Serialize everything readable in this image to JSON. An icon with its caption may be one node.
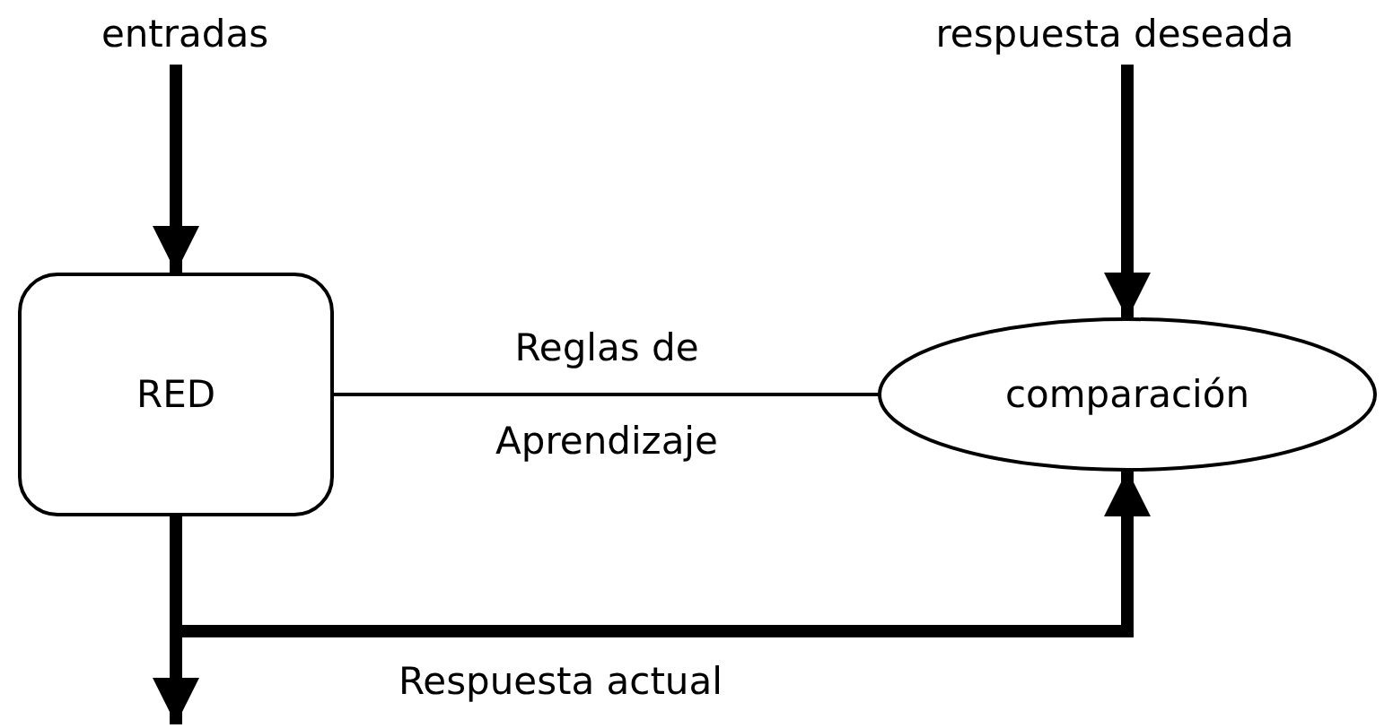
{
  "diagram": {
    "nodes": [
      {
        "text": [
          "entradas"
        ]
      },
      {
        "text": [
          "respuesta deseada"
        ]
      },
      {
        "text": [
          "RED"
        ]
      },
      {
        "text": [
          "comparación"
        ]
      }
    ],
    "edges": [
      {
        "from": 0,
        "to": 2,
        "arrow": "to"
      },
      {
        "from": 1,
        "to": 3,
        "arrow": "to"
      },
      {
        "from": 3,
        "to": 2,
        "arrow": "other",
        "label": "Reglas de Aprendizaje"
      },
      {
        "from": 2,
        "to": 3,
        "arrow": "to"
      },
      {
        "from": 2,
        "to": null,
        "arrow": "to"
      }
    ],
    "labels": [
      "Respuesta actual"
    ]
  }
}
